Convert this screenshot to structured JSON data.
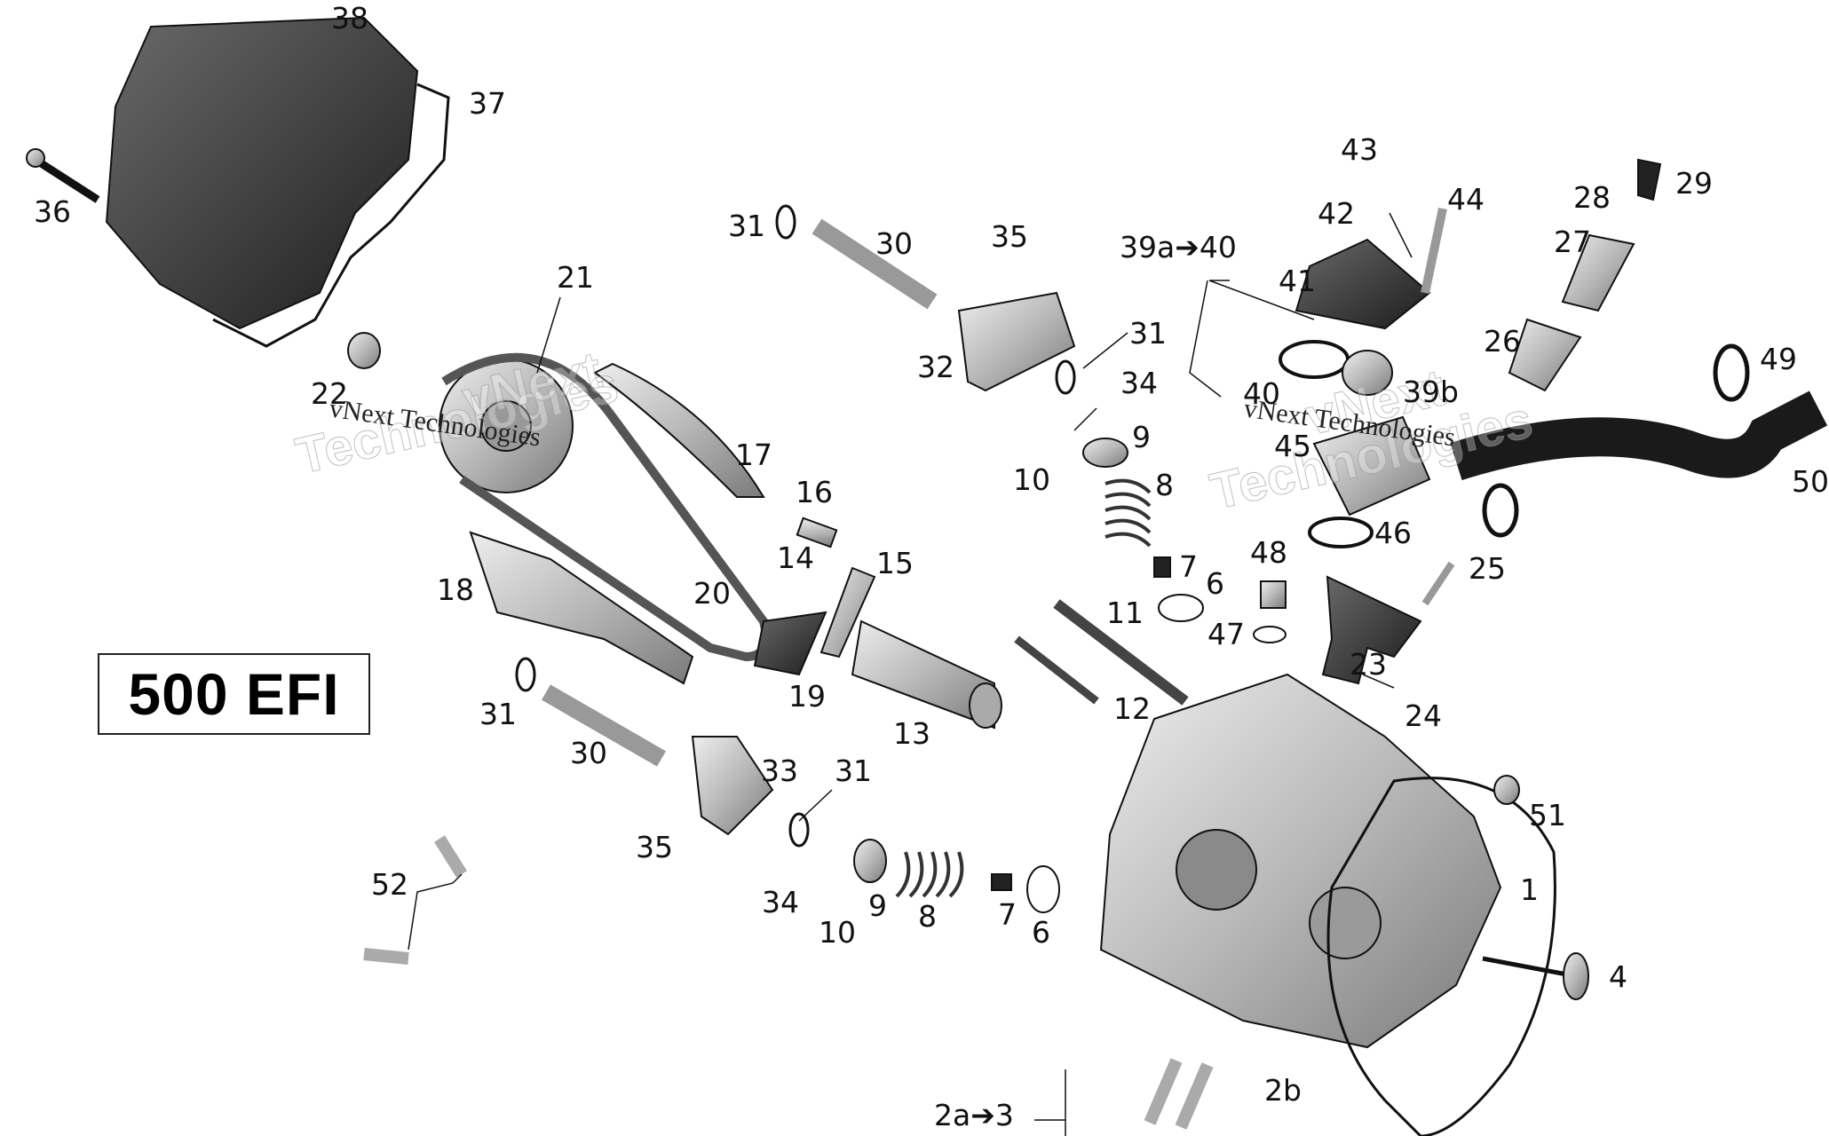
{
  "model_label": "500 EFI",
  "watermark": {
    "line1": "vNext",
    "line2": "Technologies",
    "small": "vNext Technologies"
  },
  "callouts": [
    "38",
    "37",
    "36",
    "31",
    "30",
    "35",
    "21",
    "39a➔40",
    "41",
    "43",
    "42",
    "44",
    "28",
    "29",
    "27",
    "26",
    "49",
    "22",
    "32",
    "31",
    "34",
    "40",
    "39b",
    "45",
    "50",
    "10",
    "9",
    "8",
    "16",
    "17",
    "46",
    "7",
    "6",
    "48",
    "25",
    "14",
    "15",
    "20",
    "18",
    "19",
    "11",
    "47",
    "23",
    "13",
    "12",
    "24",
    "31",
    "30",
    "33",
    "31",
    "35",
    "51",
    "34",
    "10",
    "9",
    "8",
    "7",
    "6",
    "52",
    "1",
    "4",
    "2b",
    "2a➔3"
  ],
  "colors": {
    "line": "#111111",
    "part_fill": "#cfcfcf",
    "part_dark": "#3a3a3a"
  }
}
